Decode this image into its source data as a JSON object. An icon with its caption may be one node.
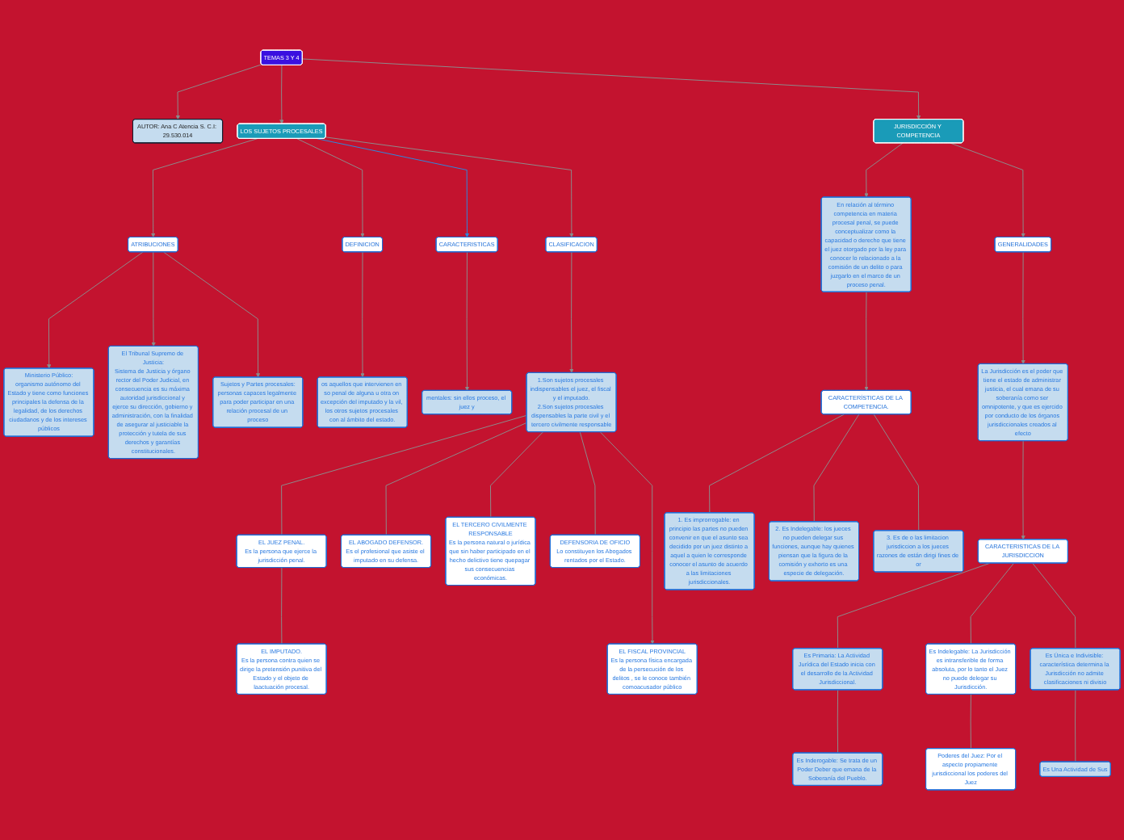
{
  "diagram": {
    "nodes": [
      {
        "text": [
          "TEMAS 3 Y 4"
        ]
      },
      {
        "text": [
          "AUTOR: Ana C Atencia S. C.I: 29.530.014"
        ]
      },
      {
        "text": [
          "LOS SUJETOS PROCESALES"
        ]
      },
      {
        "text": [
          "JURISDICCIÓN Y COMPETENCIA"
        ]
      },
      {
        "text": [
          "ATRIBUCIONES"
        ]
      },
      {
        "text": [
          "DEFINICION"
        ]
      },
      {
        "text": [
          "CARACTERISTICAS"
        ]
      },
      {
        "text": [
          "CLASIFICACION"
        ]
      },
      {
        "text": [
          "Ministerio Público:",
          "organismo autónomo del Estado y tiene como funciones principales la defensa de la legalidad, de los derechos ciudadanos y de los intereses públicos"
        ]
      },
      {
        "text": [
          "El Tribunal Supremo de Justicia:",
          "Sistema de Justicia y órgano rector del Poder Judicial, en consecuencia es su máxima autoridad jurisdiccional y ejerce su dirección, gobierno y administración, con la finalidad de asegurar al justiciable la protección y tutela de sus derechos y garantías constitucionales."
        ]
      },
      {
        "text": [
          "Sujetos y Partes procesales:",
          "personas capaces legalmente para poder participar en una relación procesal de un proceso"
        ]
      },
      {
        "text": [
          "os aquellos que intervienen en so penal de alguna u otra on excepción del imputado y la vil, los otros sujetos procesales con al ámbito del estado."
        ]
      },
      {
        "text": [
          "mentales: sin ellos proceso, el juez y"
        ]
      },
      {
        "text": [
          "1.Son sujetos procesales indispensables el juez, el fiscal y el imputado.",
          "2.Son sujetos procesales dispensables la parte civil y el tercero civilmente responsable"
        ]
      },
      {
        "text": [
          "EL JUEZ PENAL.",
          "Es la persona que ejerce la jurisdicción penal."
        ]
      },
      {
        "text": [
          "EL ABOGADO DEFENSOR.",
          "Es el profesional que asiste el imputado en su defensa."
        ]
      },
      {
        "text": [
          "EL TERCERO CIVILMENTE RESPONSABLE",
          "Es la persona natural o jurídica que sin haber participado en el hecho delictivo tiene quepagar sus consecuencias económicas."
        ]
      },
      {
        "text": [
          "DEFENSORIA DE OFICIO",
          "Lo constituyen los Abogados rentados por el Estado."
        ]
      },
      {
        "text": [
          "EL IMPUTADO.",
          "Es la persona contra quien se dirige la pretensión punitiva del Estado y el objeto de laactuación procesal."
        ]
      },
      {
        "text": [
          "EL FISCAL PROVINCIAL",
          "Es la persona física encargada de la persecución de los delitos , se le conoce también comoacusador público"
        ]
      },
      {
        "text": [
          "GENERALIDADES"
        ]
      },
      {
        "text": [
          "La Jurisdicción es el poder que tiene el estado de administrar justicia, el cual emana de su soberanía como ser omnipotente, y que es ejercido por conducto de los órganos jurisdiccionales creados al efecto"
        ]
      },
      {
        "text": [
          "CARACTERISTICAS DE LA JURISDICCION"
        ]
      },
      {
        "text": [
          "Es Primaria: La Actividad Jurídica del Estado inicia con el desarrollo de la Actividad Jurisdiccional."
        ]
      },
      {
        "text": [
          "Es Indelegable: La Jurisdicción es intransferible de forma absoluta, por lo tanto el Juez no puede delegar su Jurisdicción."
        ]
      },
      {
        "text": [
          "Es Única e Indivisible: característica determina la Jurisdicción no admite clasificaciones ni divisio"
        ]
      },
      {
        "text": [
          "Es Inderogable: Se trata de un Poder Deber que emana de la Soberanía del Pueblo."
        ]
      },
      {
        "text": [
          "Poderes del Juez: Por el aspecto propiamente jurisdiccional los poderes del Juez"
        ]
      },
      {
        "text": [
          "Es Una Actividad de Sus"
        ]
      },
      {
        "text": [
          "En relación al término competencia en materia procesal penal, se puede conceptualizar como la capacidad o derecho que tiene el juez otorgado por la ley para conocer lo relacionado a la comisión de un delito o para juzgarlo en el marco de un proceso penal."
        ]
      },
      {
        "text": [
          "CARACTERÍSTICAS DE LA COMPETENCIA."
        ]
      },
      {
        "text": [
          "1. Es improrrogable: en principio las partes no pueden convenir en que el asunto sea decidido por un juez distinto a aquel a quien le corresponde conocer el asunto de acuerdo a las limitaciones jurisdiccionales."
        ]
      },
      {
        "text": [
          "2. Es Indelegable: los jueces no pueden delegar sus funciones, aunque hay quienes piensan que la figura de la comisión y exhorto es una especie de delegación."
        ]
      },
      {
        "text": [
          "3. Es de o las limitacion jurisdiccion a los jueces razones de están dirigi fines de or"
        ]
      }
    ],
    "edges": [
      {
        "from": 0,
        "to": 2,
        "arrow": "to"
      },
      {
        "from": 0,
        "to": 3,
        "arrow": "to"
      },
      {
        "from": 0,
        "to": 1,
        "arrow": "to"
      },
      {
        "from": 2,
        "to": 4,
        "arrow": "to"
      },
      {
        "from": 2,
        "to": 5,
        "arrow": "to"
      },
      {
        "from": 2,
        "to": 6,
        "arrow": "to",
        "color": "#2a8ae0"
      },
      {
        "from": 2,
        "to": 7,
        "arrow": "to"
      },
      {
        "from": 4,
        "to": 8,
        "arrow": "to"
      },
      {
        "from": 4,
        "to": 9,
        "arrow": "to"
      },
      {
        "from": 4,
        "to": 10,
        "arrow": "to"
      },
      {
        "from": 5,
        "to": 11,
        "arrow": "to"
      },
      {
        "from": 6,
        "to": 12,
        "arrow": "to"
      },
      {
        "from": 7,
        "to": 13,
        "arrow": "to"
      },
      {
        "from": 13,
        "to": 14,
        "arrow": "none"
      },
      {
        "from": 13,
        "to": 15,
        "arrow": "none"
      },
      {
        "from": 13,
        "to": 16,
        "arrow": "none"
      },
      {
        "from": 13,
        "to": 17,
        "arrow": "none"
      },
      {
        "from": 13,
        "to": 19,
        "arrow": "to"
      },
      {
        "from": 14,
        "to": 18,
        "arrow": "none"
      },
      {
        "from": 3,
        "to": 20,
        "arrow": "to"
      },
      {
        "from": 3,
        "to": 29,
        "arrow": "to"
      },
      {
        "from": 20,
        "to": 21,
        "arrow": "to"
      },
      {
        "from": 21,
        "to": 22,
        "arrow": "to"
      },
      {
        "from": 22,
        "to": 23,
        "arrow": "none"
      },
      {
        "from": 22,
        "to": 24,
        "arrow": "none"
      },
      {
        "from": 22,
        "to": 25,
        "arrow": "none"
      },
      {
        "from": 23,
        "to": 26,
        "arrow": "none"
      },
      {
        "from": 24,
        "to": 27,
        "arrow": "none"
      },
      {
        "from": 25,
        "to": 28,
        "arrow": "none"
      },
      {
        "from": 29,
        "to": 30,
        "arrow": "to"
      },
      {
        "from": 30,
        "to": 31,
        "arrow": "none"
      },
      {
        "from": 30,
        "to": 32,
        "arrow": "none"
      },
      {
        "from": 30,
        "to": 33,
        "arrow": "none"
      }
    ]
  }
}
